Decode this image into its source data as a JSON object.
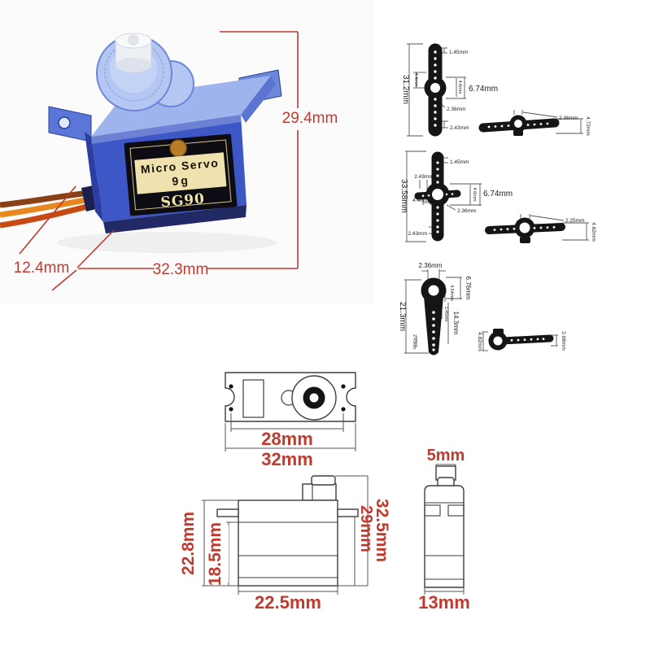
{
  "colors": {
    "dim_red": "#c2392e",
    "drawing_line": "#3d3d3d",
    "thin_dim_line": "#555555",
    "arm_black": "#151515",
    "servo_blue": "#3d57c6",
    "servo_blue_light": "#9db4ec",
    "label_cream": "#efe2ae"
  },
  "photo": {
    "label": {
      "line1": "Micro Servo",
      "line2": "9g",
      "model": "SG90"
    },
    "dims": {
      "height": "29.4mm",
      "length": "32.3mm",
      "depth": "12.4mm"
    }
  },
  "arms": {
    "arm1": {
      "length": "31.2mm",
      "tip_hole": "1.45mm",
      "hub_left": "4.4mm",
      "hub_right": "4.6mm",
      "hub_od": "6.74mm",
      "center_hole": "2.36mm",
      "end_hole": "2.43mm"
    },
    "horn1": {
      "center_hole": "2.36mm",
      "thickness": "4.72mm"
    },
    "arm2": {
      "length": "33.58mm",
      "tip_hole": "1.45mm",
      "cross_pitch": "2.43mm",
      "hub_left": "4.4mm",
      "hub_right": "4.6mm",
      "hub_od": "6.74mm",
      "center_hole": "2.36mm",
      "end_hole": "2.43mm"
    },
    "horn2": {
      "center_hole": "2.25mm",
      "thickness": "4.62mm"
    },
    "arm3": {
      "top_hole": "2.36mm",
      "length": "21.3mm",
      "hub_od": "6.76mm",
      "hub_id": "4.54mm",
      "hole_pitch": "1.45mm",
      "arm_span": "14.3mm",
      "end_pitch": "2.43mm"
    },
    "horn3": {
      "thickness": "4.82mm",
      "end_hole": "2.08mm"
    }
  },
  "top_view": {
    "hole_spacing": "28mm",
    "overall_width": "32mm"
  },
  "side_view": {
    "overall_height": "22.8mm",
    "lower_height": "18.5mm",
    "body_length": "22.5mm",
    "total_height": "32.5mm",
    "tab_height": "29mm"
  },
  "end_view": {
    "shaft_width": "5mm",
    "body_width": "13mm"
  }
}
